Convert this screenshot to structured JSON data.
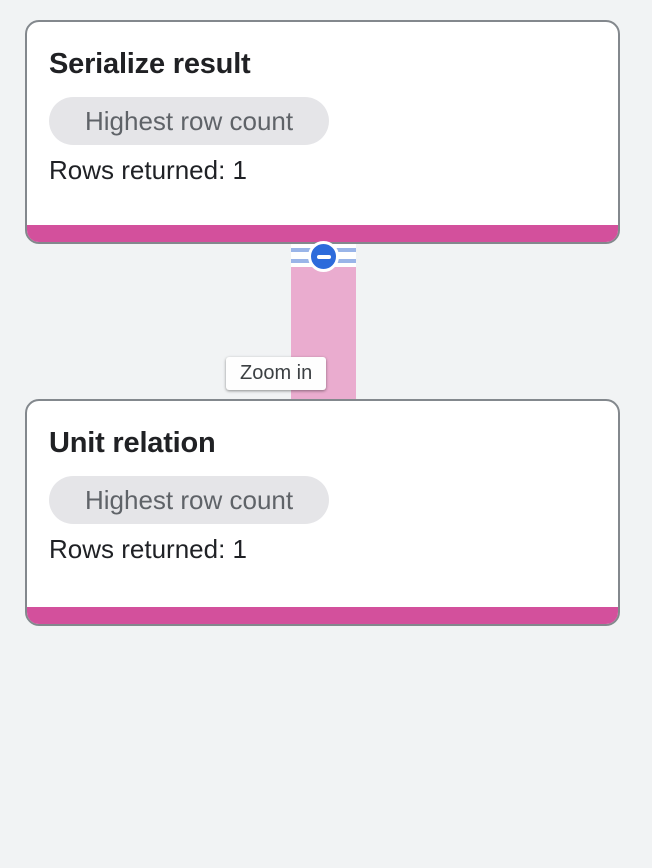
{
  "canvas": {
    "background": "#f1f3f4"
  },
  "cards": [
    {
      "title": "Serialize result",
      "badge": "Highest row count",
      "rows_label": "Rows returned: 1"
    },
    {
      "title": "Unit relation",
      "badge": "Highest row count",
      "rows_label": "Rows returned: 1"
    }
  ],
  "tooltip": {
    "text": "Zoom in"
  },
  "icons": {
    "collapse_button": "minus-icon"
  },
  "colors": {
    "accent_pink": "#d3509c",
    "connector_pink": "#eaaccf",
    "button_blue": "#2d6bdb",
    "stripe_blue": "#9ab5e8",
    "card_border": "#83888d",
    "badge_background": "#e5e5e8",
    "badge_text": "#5f6368",
    "title_text": "#202124",
    "tooltip_text": "#3c4043",
    "page_background": "#f1f3f4"
  }
}
